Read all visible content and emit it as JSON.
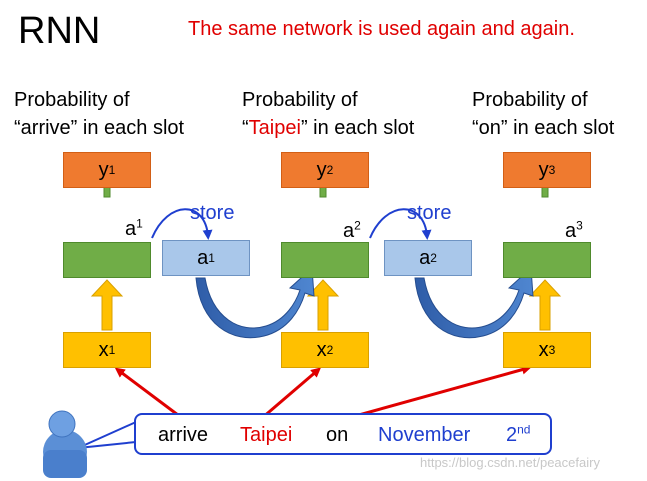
{
  "title": "RNN",
  "subtitle": "The same network is used again and again.",
  "steps": [
    {
      "prob_line1": "Probability of",
      "prob_pre": "“arrive”",
      "prob_red": "",
      "prob_post": " in each slot",
      "y": "y",
      "y_sup": "1",
      "a": "a",
      "a_sup": "1",
      "x": "x",
      "x_sup": "1"
    },
    {
      "prob_line1": "Probability of",
      "prob_pre": "“",
      "prob_red": "Taipei",
      "prob_post": "” in each slot",
      "y": "y",
      "y_sup": "2",
      "a": "a",
      "a_sup": "2",
      "x": "x",
      "x_sup": "2"
    },
    {
      "prob_line1": "Probability of",
      "prob_pre": "“on”",
      "prob_red": "",
      "prob_post": " in each slot",
      "y": "y",
      "y_sup": "3",
      "a": "a",
      "a_sup": "3",
      "x": "x",
      "x_sup": "3"
    }
  ],
  "memory": [
    {
      "store": "store",
      "a": "a",
      "a_sup": "1"
    },
    {
      "store": "store",
      "a": "a",
      "a_sup": "2"
    }
  ],
  "sentence": {
    "words": [
      "arrive",
      "Taipei",
      "on",
      "November"
    ],
    "ordinal_base": "2",
    "ordinal_sup": "nd"
  },
  "watermark": "https://blog.csdn.net/peacefairy",
  "colors": {
    "output": "#ef7a2f",
    "hidden": "#70ad47",
    "memory": "#a9c7ea",
    "input": "#ffc000",
    "red": "#e00000",
    "blue": "#1f3fcf",
    "up_arrow_green": "#70ad47",
    "up_arrow_yellow": "#ffc000",
    "curve_arrow": "#3a6fc0"
  },
  "icons": [
    "user-icon"
  ]
}
